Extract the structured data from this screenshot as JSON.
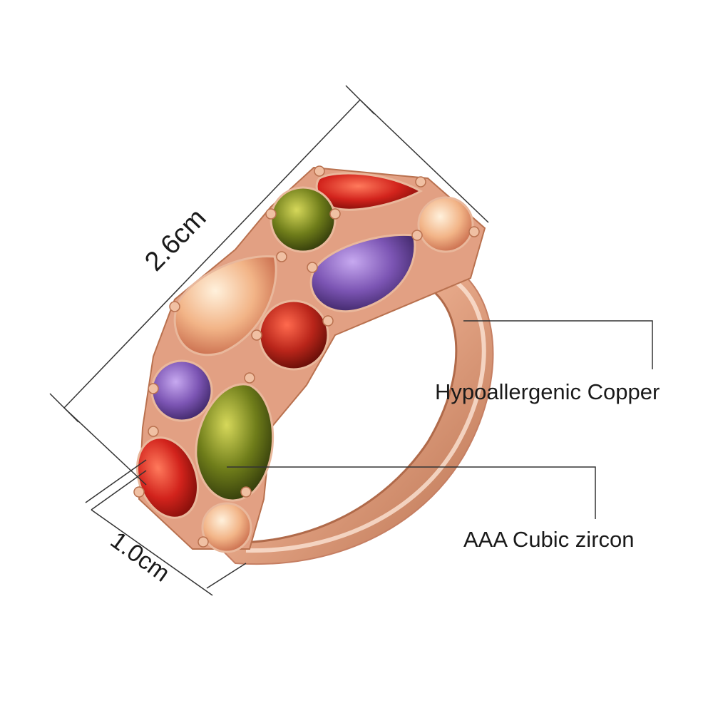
{
  "dimensions": {
    "length_label": "2.6cm",
    "width_label": "1.0cm"
  },
  "callouts": {
    "band_label": "Hypoallergenic Copper",
    "stone_label": "AAA Cubic zircon"
  },
  "colors": {
    "band": "#e7a98a",
    "band_shadow": "#c67f63",
    "band_highlight": "#fbe3d4",
    "line": "#333333",
    "ruby": "#d2231c",
    "peridot": "#6f7d1a",
    "amethyst": "#7c55b4",
    "champagne": "#f2b487",
    "garnet": "#b9251a"
  }
}
